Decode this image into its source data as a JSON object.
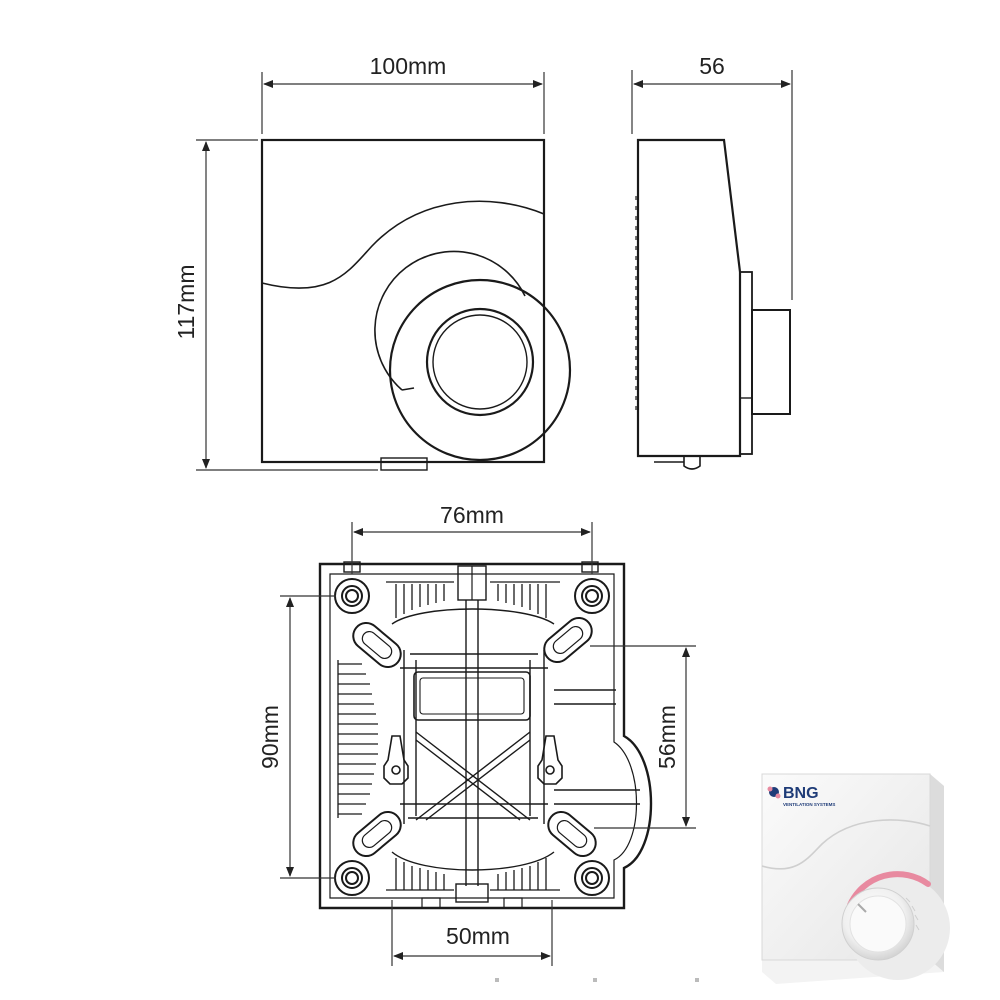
{
  "dimensions": {
    "front_width": "100mm",
    "side_depth": "56",
    "front_height": "117mm",
    "back_hole_spacing_top": "76mm",
    "back_hole_spacing_vertical": "90mm",
    "back_slot_spacing": "56mm",
    "back_bottom_width": "50mm"
  },
  "product_photo": {
    "brand": "BNG",
    "tagline": "VENTILATION SYSTEMS",
    "accent_color": "#e88aa0",
    "logo_color": "#1f3c78"
  },
  "colors": {
    "line": "#1a1a1a",
    "dim_line": "#333333"
  }
}
